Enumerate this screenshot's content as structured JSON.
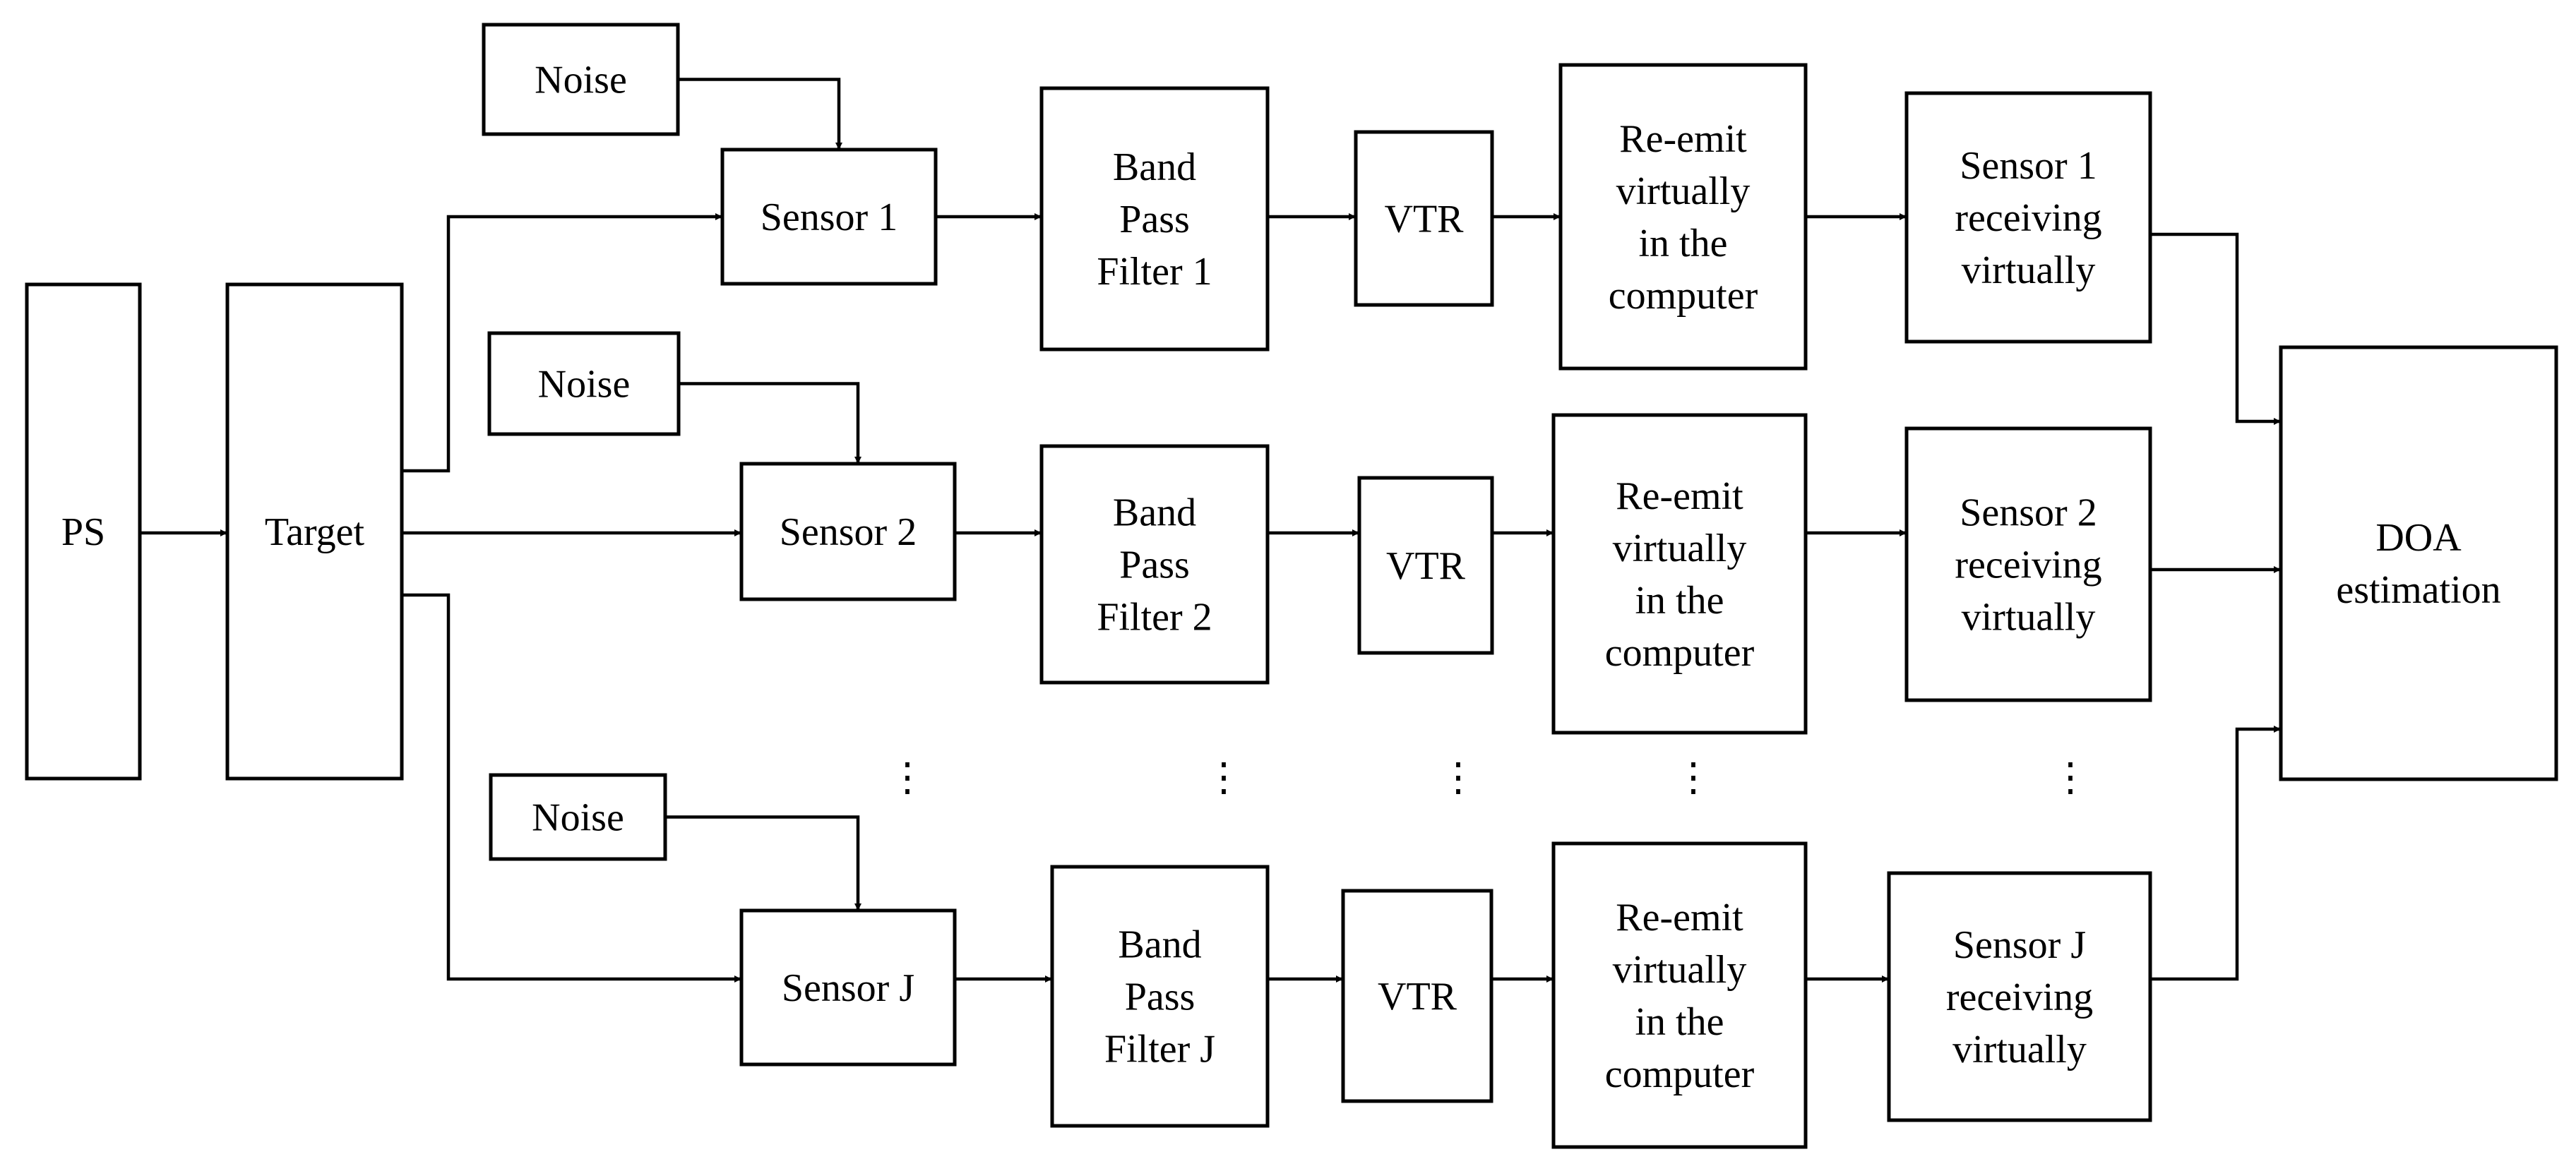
{
  "diagram": {
    "source": {
      "label": "PS"
    },
    "target": {
      "label": "Target"
    },
    "channels": [
      {
        "noise": "Noise",
        "sensor": "Sensor 1",
        "filter": [
          "Band",
          "Pass",
          "Filter 1"
        ],
        "vtr": "VTR",
        "reemit": [
          "Re-emit",
          "virtually",
          "in the",
          "computer"
        ],
        "receive": [
          "Sensor 1",
          "receiving",
          "virtually"
        ]
      },
      {
        "noise": "Noise",
        "sensor": "Sensor 2",
        "filter": [
          "Band",
          "Pass",
          "Filter 2"
        ],
        "vtr": "VTR",
        "reemit": [
          "Re-emit",
          "virtually",
          "in the",
          "computer"
        ],
        "receive": [
          "Sensor 2",
          "receiving",
          "virtually"
        ]
      },
      {
        "noise": "Noise",
        "sensor": "Sensor J",
        "filter": [
          "Band",
          "Pass",
          "Filter J"
        ],
        "vtr": "VTR",
        "reemit": [
          "Re-emit",
          "virtually",
          "in the",
          "computer"
        ],
        "receive": [
          "Sensor J",
          "receiving",
          "virtually"
        ]
      }
    ],
    "ellipsis": "⋮",
    "output": {
      "label": [
        "DOA",
        "estimation"
      ]
    }
  }
}
